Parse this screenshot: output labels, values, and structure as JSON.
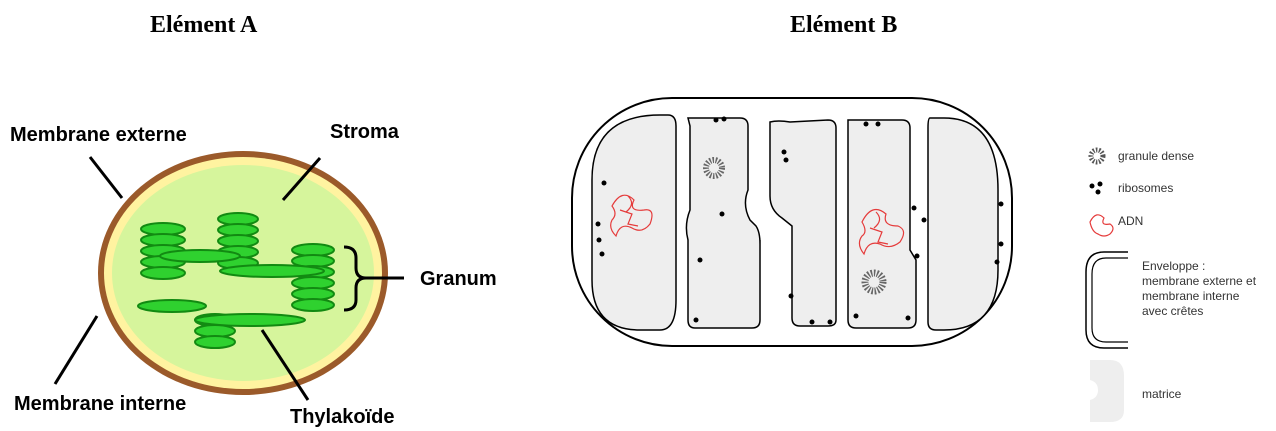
{
  "element_a": {
    "title": "Elément A",
    "labels": {
      "outer_membrane": "Membrane externe",
      "stroma": "Stroma",
      "granum": "Granum",
      "inner_membrane": "Membrane interne",
      "thylakoid": "Thylakoïde"
    }
  },
  "element_b": {
    "title": "Elément B",
    "legend": {
      "dense_granule": "granule dense",
      "ribosomes": "ribosomes",
      "dna": "ADN",
      "envelope_lines": [
        "Enveloppe :",
        "membrane externe et",
        "membrane interne",
        "avec crêtes"
      ],
      "matrix": "matrice"
    }
  },
  "colors": {
    "outer_membrane": "#9b5a2a",
    "inner_membrane": "#fff3a0",
    "stroma": "#d6f59c",
    "thylakoid": "#2fd12f",
    "thylakoid_stroke": "#128a12",
    "matrix": "#eeeeee",
    "dna": "#e53b3b"
  }
}
